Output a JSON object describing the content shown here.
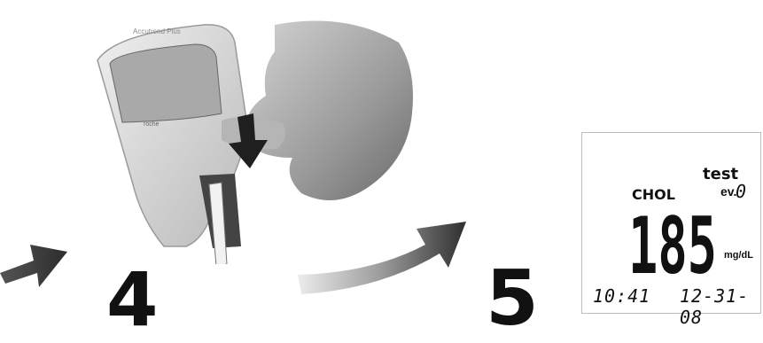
{
  "steps": {
    "step_a": "4",
    "step_b": "5"
  },
  "meter": {
    "brand_label": "Accutrend Plus",
    "maker_label": "roche"
  },
  "display": {
    "status_word": "test",
    "ev_label": "ev.",
    "ev_digit": "0",
    "analyte": "CHOL",
    "reading": "185",
    "unit": "mg/dL",
    "time": "10:41",
    "date": "12-31-08"
  },
  "colors": {
    "arrow_dark": "#3a3a3a",
    "arrow_light": "#e6e6e6",
    "meter_body": "#cfcfcf",
    "hand": "#8e8e8e"
  },
  "icons": [
    "curved-arrow-icon",
    "straight-arrow-icon",
    "down-arrow-icon"
  ]
}
